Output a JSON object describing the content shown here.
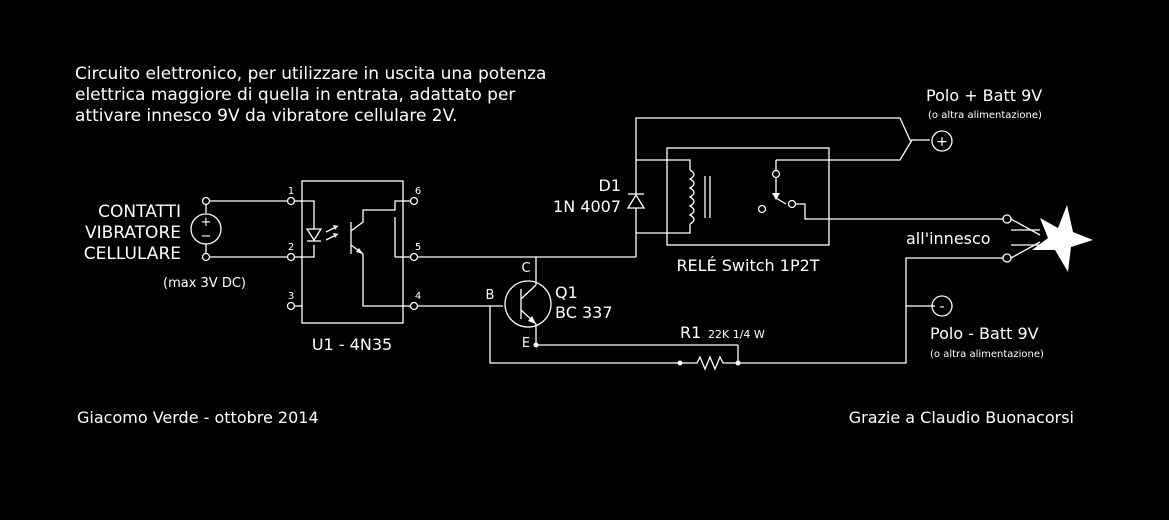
{
  "description": {
    "line1": "Circuito elettronico, per utilizzare in uscita una potenza",
    "line2": "elettrica maggiore di quella in entrata, adattato per",
    "line3": "attivare innesco 9V da vibratore cellulare 2V."
  },
  "input": {
    "line1": "CONTATTI",
    "line2": "VIBRATORE",
    "line3": "CELLULARE",
    "note": "(max 3V DC)",
    "plus": "+",
    "minus": "−"
  },
  "optocoupler": {
    "label": "U1 - 4N35",
    "pins": [
      "1",
      "2",
      "3",
      "4",
      "5",
      "6"
    ]
  },
  "diode": {
    "ref": "D1",
    "model": "1N 4007"
  },
  "relay": {
    "label": "RELÉ Switch 1P2T"
  },
  "transistor": {
    "ref": "Q1",
    "model": "BC 337",
    "c": "C",
    "b": "B",
    "e": "E"
  },
  "resistor": {
    "ref": "R1",
    "value": "22K  1/4 W"
  },
  "battery_plus": {
    "label": "Polo + Batt 9V",
    "note": "(o altra alimentazione)",
    "symbol": "+"
  },
  "battery_minus": {
    "label": "Polo - Batt 9V",
    "note": "(o altra alimentazione)",
    "symbol": "-"
  },
  "output": {
    "label": "all'innesco"
  },
  "credits": {
    "author": "Giacomo Verde - ottobre 2014",
    "thanks": "Grazie a Claudio Buonacorsi"
  }
}
